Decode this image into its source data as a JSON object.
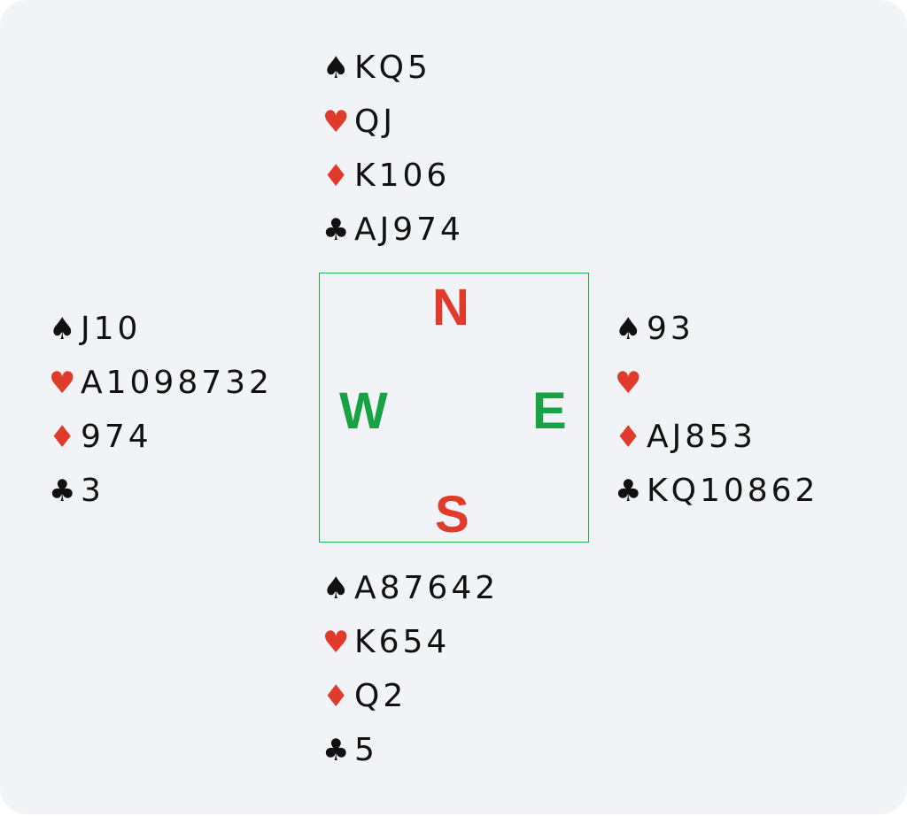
{
  "colors": {
    "red_suit": "#e03a2a",
    "black_suit": "#111111",
    "north_south": "#e03a2a",
    "east_west": "#17a343",
    "compass_border": "#2aa44a",
    "panel": "#f2f3f7"
  },
  "suits": {
    "spades": "♠",
    "hearts": "♥",
    "diamonds": "♦",
    "clubs": "♣"
  },
  "compass": {
    "north": "N",
    "south": "S",
    "east": "E",
    "west": "W"
  },
  "hands": {
    "north": {
      "spades": "KQ5",
      "hearts": "QJ",
      "diamonds": "K106",
      "clubs": "AJ974"
    },
    "west": {
      "spades": "J10",
      "hearts": "A1098732",
      "diamonds": "974",
      "clubs": "3"
    },
    "east": {
      "spades": "93",
      "hearts": "",
      "diamonds": "AJ853",
      "clubs": "KQ10862"
    },
    "south": {
      "spades": "A87642",
      "hearts": "K654",
      "diamonds": "Q2",
      "clubs": "5"
    }
  }
}
